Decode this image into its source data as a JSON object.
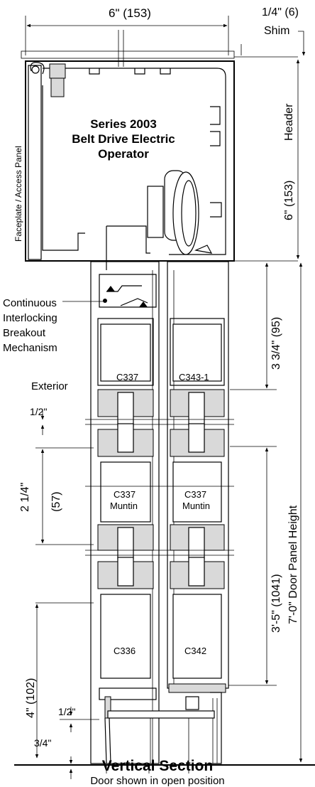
{
  "dims": {
    "top_width": "6\" (153)",
    "shim_value": "1/4\" (6)",
    "shim_label": "Shim",
    "header_dim": "6\" (153)",
    "header_label": "Header",
    "door_height": "7'-0\" Door Panel  Height",
    "rail_95": "3 3/4\" (95)",
    "lower_1041": "3'-5\" (1041)",
    "half_top": "1/2\"",
    "muntin_225": "2 1/4\"",
    "muntin_57": "(57)",
    "four_102": "4\" (102)",
    "half_bottom": "1/2\"",
    "three_quarter": "3/4\""
  },
  "labels": {
    "title_line1": "Series 2003",
    "title_line2": "Belt Drive Electric",
    "title_line3": "Operator",
    "faceplate": "Faceplate / Access Panel",
    "breakout1": "Continuous",
    "breakout2": "Interlocking",
    "breakout3": "Breakout",
    "breakout4": "Mechanism",
    "exterior": "Exterior",
    "p_c337_top": "C337",
    "p_c343": "C343-1",
    "p_c337_mid_l": "C337",
    "p_muntin_l": "Muntin",
    "p_c337_mid_r": "C337",
    "p_muntin_r": "Muntin",
    "p_c336": "C336",
    "p_c342": "C342",
    "footer_title": "Vertical Section",
    "footer_sub": "Door shown in open position"
  }
}
